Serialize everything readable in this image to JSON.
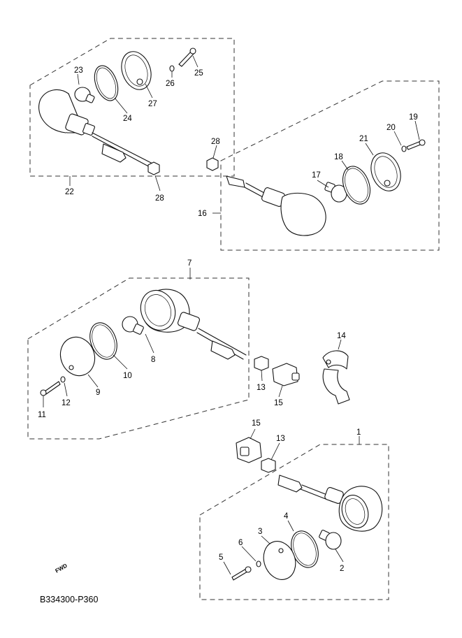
{
  "diagram_code": "B334300-P360",
  "fwd_label": "FWD",
  "callouts": {
    "c1": "1",
    "c2": "2",
    "c3": "3",
    "c4": "4",
    "c5": "5",
    "c6": "6",
    "c7": "7",
    "c8": "8",
    "c9": "9",
    "c10": "10",
    "c11": "11",
    "c12": "12",
    "c13a": "13",
    "c13b": "13",
    "c14": "14",
    "c15a": "15",
    "c15b": "15",
    "c16": "16",
    "c17": "17",
    "c18": "18",
    "c19": "19",
    "c20": "20",
    "c21": "21",
    "c22": "22",
    "c23": "23",
    "c24": "24",
    "c25": "25",
    "c26": "26",
    "c27": "27",
    "c28a": "28",
    "c28b": "28"
  }
}
